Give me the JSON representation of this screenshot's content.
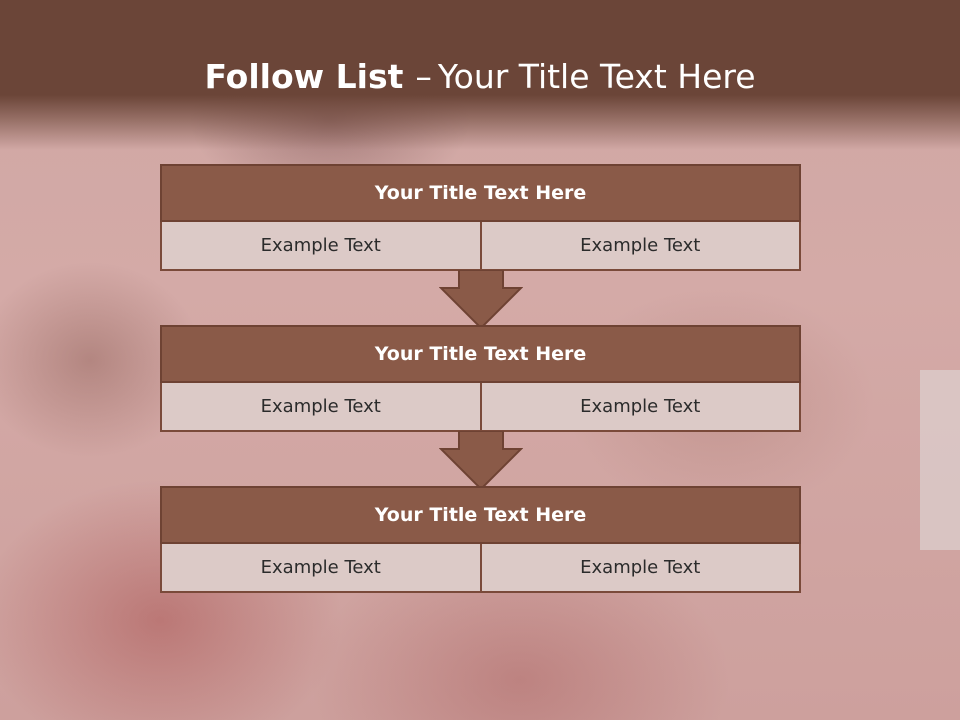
{
  "slide": {
    "title_bold": "Follow List",
    "title_sep": "–",
    "title_rest": "Your Title Text Here"
  },
  "blocks": [
    {
      "title": "Your Title Text Here",
      "left_text": "Example Text",
      "right_text": "Example Text"
    },
    {
      "title": "Your Title Text Here",
      "left_text": "Example Text",
      "right_text": "Example Text"
    },
    {
      "title": "Your Title Text Here",
      "left_text": "Example Text",
      "right_text": "Example Text"
    }
  ],
  "colors": {
    "header": "#6b4538",
    "block_title": "#8a5a48",
    "cell": "#dccac7",
    "arrow": "#8a5a48"
  }
}
